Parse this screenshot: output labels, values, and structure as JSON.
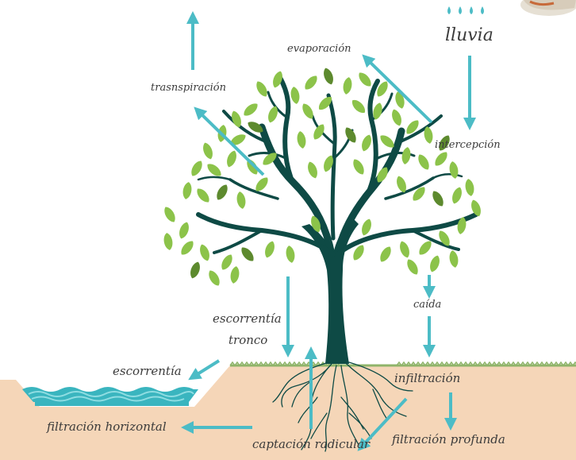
{
  "labels": {
    "lluvia": "lluvia",
    "evaporacion": "evaporación",
    "transpiracion": "trasnspiración",
    "intercepcion": "intercepción",
    "caida": "caída",
    "escorrentia_tronco_1": "escorrentía",
    "escorrentia_tronco_2": "tronco",
    "escorrentia": "escorrentía",
    "infiltracion": "infiltración",
    "filtracion_horizontal": "filtración horizontal",
    "captacion_radicular": "captación radicular",
    "filtracion_profunda": "filtración profunda"
  },
  "colors": {
    "arrow": "#4cbcc6",
    "leaf": "#8cc34a",
    "leaf_dark": "#5d8a2e",
    "trunk": "#0e4a45",
    "soil": "#f5d6b8",
    "grass": "#8fb46a",
    "water": "#3ab5bf",
    "water_light": "#8fdde2",
    "text": "#3b3b3b"
  }
}
